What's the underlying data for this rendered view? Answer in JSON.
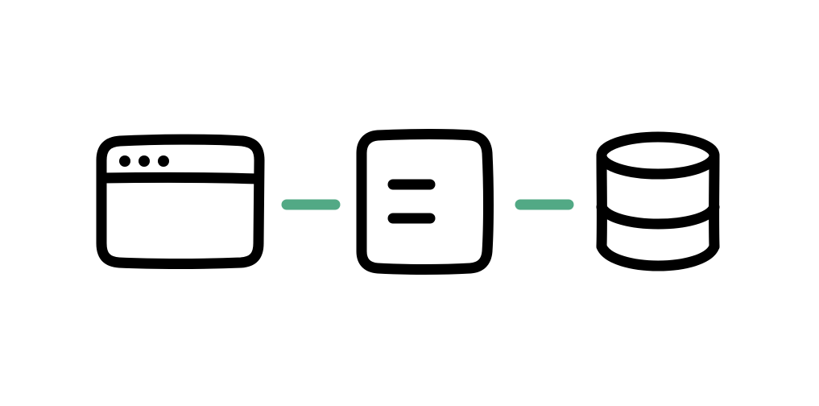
{
  "diagram": {
    "nodes": [
      {
        "id": "browser",
        "icon": "browser-window-icon"
      },
      {
        "id": "server",
        "icon": "server-icon"
      },
      {
        "id": "database",
        "icon": "database-icon"
      }
    ],
    "connections": [
      {
        "from": "browser",
        "to": "server"
      },
      {
        "from": "server",
        "to": "database"
      }
    ]
  },
  "colors": {
    "background": "#ffffff",
    "stroke": "#000000",
    "connector": "#52a985"
  }
}
